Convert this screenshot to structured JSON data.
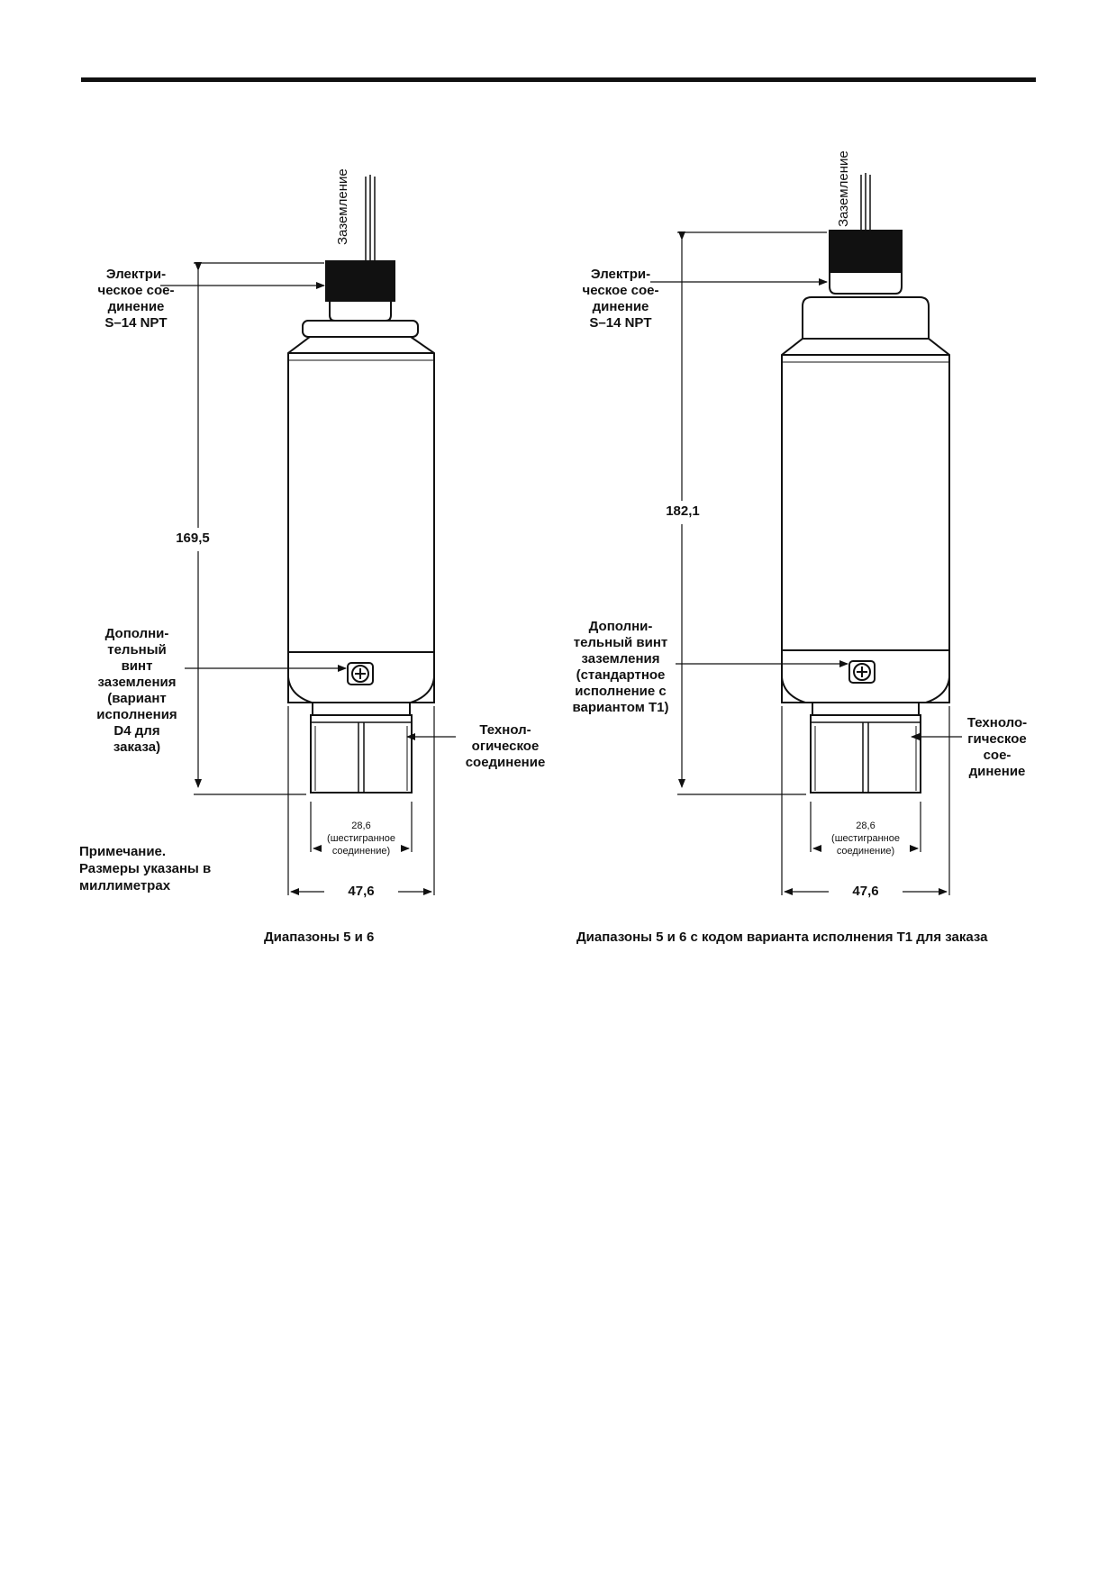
{
  "left": {
    "ground_label": "Заземление",
    "electrical_label": "Электри-\nческое сое-\nдинение\nS–14 NPT",
    "height_dim": "169,5",
    "screw_label": "Дополни-\nтельный\nвинт\nзаземления\n(вариант\nисполнения\nD4 для\nзаказа)",
    "process_label": "Технол-\nогическое\nсоединение",
    "hex_dim": "28,6\n(шестигранное\nсоединение)",
    "width_dim": "47,6",
    "note": "Примечание.\nРазмеры указаны в\nмиллиметрах",
    "caption": "Диапазоны 5 и 6"
  },
  "right": {
    "ground_label": "Заземление",
    "electrical_label": "Электри-\nческое сое-\nдинение\nS–14 NPT",
    "height_dim": "182,1",
    "screw_label": "Дополни-\nтельный винт\nзаземления\n(стандартное\nисполнение с\nвариантом T1)",
    "process_label": "Техноло-\nгическое\nсое-\nдинение",
    "hex_dim": "28,6\n(шестигранное\nсоединение)",
    "width_dim": "47,6",
    "caption": "Диапазоны 5 и 6 с кодом варианта исполнения T1 для заказа"
  }
}
